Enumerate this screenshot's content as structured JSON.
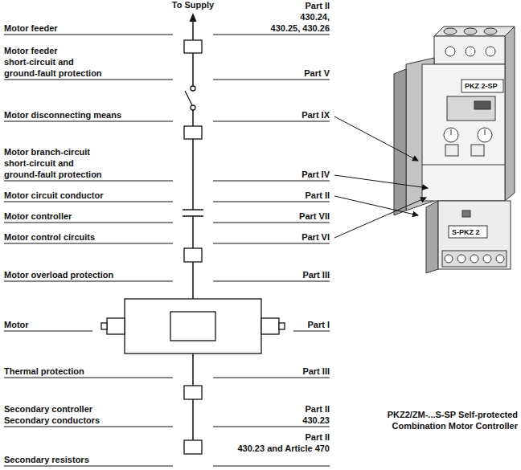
{
  "diagram": {
    "labels": [
      "To Supply",
      "Motor feeder",
      "Part II",
      "430.24,",
      "430.25, 430.26",
      "Motor feeder",
      "short-circuit and",
      "ground-fault protection",
      "Part V",
      "Motor disconnecting means",
      "Part IX",
      "Motor branch-circuit",
      "short-circuit and",
      "ground-fault protection",
      "Part IV",
      "Motor circuit conductor",
      "Part II",
      "Motor controller",
      "Part VII",
      "Motor control circuits",
      "Part VI",
      "Motor overload protection",
      "Part III",
      "Motor",
      "Part I",
      "Thermal protection",
      "Part III",
      "Secondary controller",
      "Secondary conductors",
      "Part II",
      "430.23",
      "Secondary resistors",
      "Part II",
      "430.23 and Article 470",
      "PKZ 2-SP",
      "S-PKZ 2",
      "PKZ2/ZM-...S-SP Self-protected",
      "Combination Motor Controller"
    ]
  }
}
